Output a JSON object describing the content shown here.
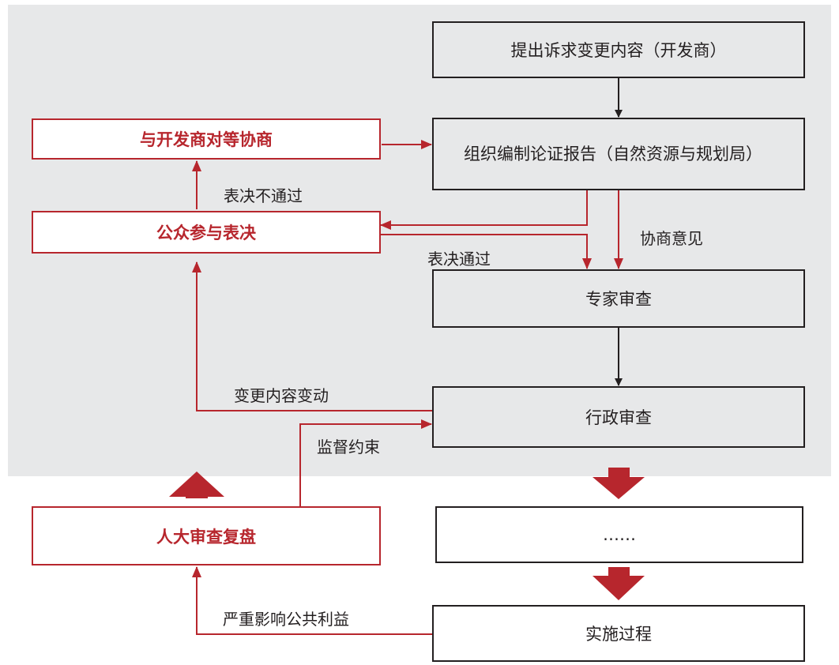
{
  "colors": {
    "background_panel": "#e7e8e9",
    "red": "#b7262d",
    "black": "#231f20"
  },
  "boxes": {
    "propose": "提出诉求变更内容（开发商）",
    "organize": "组织编制论证报告（自然资源与规划局）",
    "expert_review": "专家审查",
    "admin_review": "行政审查",
    "ellipsis": "……",
    "implementation": "实施过程",
    "negotiate": "与开发商对等协商",
    "public_vote": "公众参与表决",
    "npc_review": "人大审查复盘"
  },
  "labels": {
    "vote_fail": "表决不通过",
    "vote_pass": "表决通过",
    "consult_opinion": "协商意见",
    "content_change": "变更内容变动",
    "supervision": "监督约束",
    "public_interest": "严重影响公共利益"
  }
}
